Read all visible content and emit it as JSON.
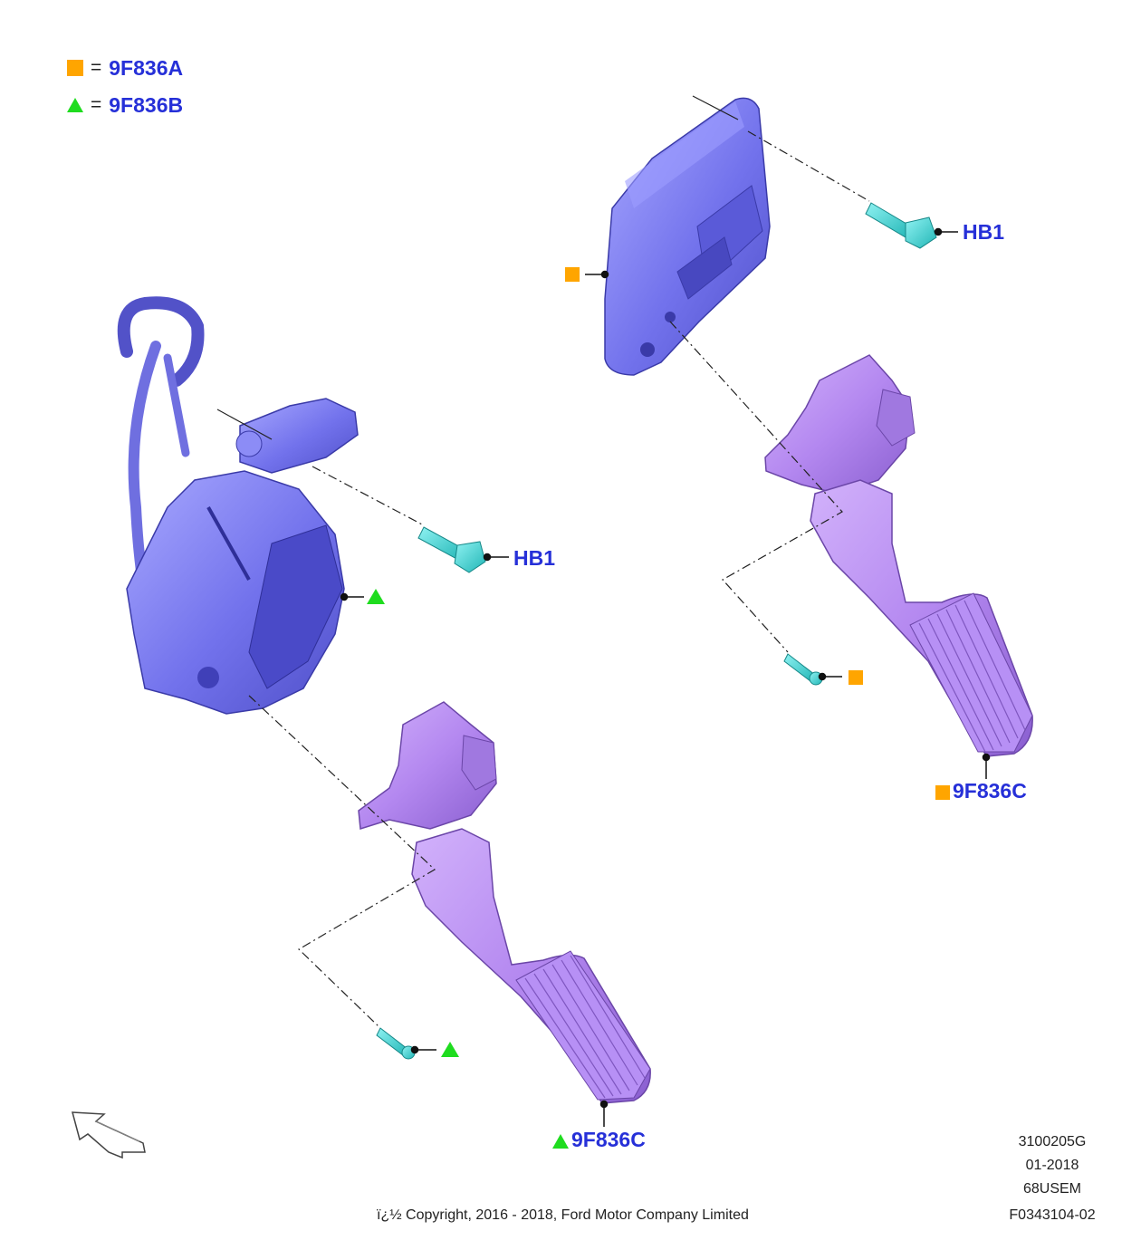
{
  "legend": [
    {
      "symbol": "square",
      "equals": "=",
      "code": "9F836A"
    },
    {
      "symbol": "triangle",
      "equals": "=",
      "code": "9F836B"
    }
  ],
  "callouts": {
    "hb1_right": "HB1",
    "hb1_left": "HB1",
    "pedal_right": "9F836C",
    "pedal_left": "9F836C"
  },
  "meta": {
    "illustration_number": "3100205G",
    "date": "01-2018",
    "market_code": "68USEM",
    "figure_id": "F0343104-02"
  },
  "copyright": "ï¿½ Copyright, 2016 - 2018, Ford Motor Company Limited",
  "colors": {
    "square_marker": "#ffa500",
    "triangle_marker": "#1fdc1f",
    "label_text": "#2630d8",
    "bracket_fill": "#7b7bf0",
    "pedal_fill": "#b68af0",
    "bolt_fill": "#3ad6d6"
  },
  "icons": {
    "square_marker": "orange-square-icon",
    "triangle_marker": "green-triangle-icon",
    "direction_arrow": "front-direction-arrow-icon"
  }
}
